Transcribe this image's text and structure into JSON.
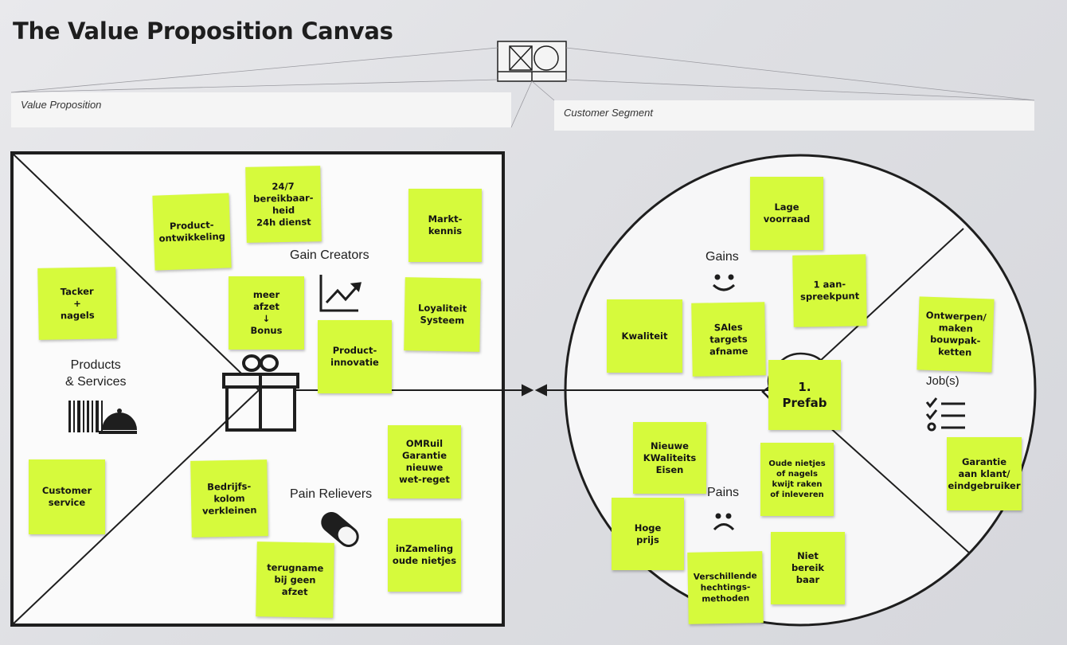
{
  "header": {
    "title": "The Value Proposition Canvas"
  },
  "fields": {
    "value_proposition": "Value Proposition",
    "customer_segment": "Customer Segment"
  },
  "sections": {
    "gain_creators": "Gain Creators",
    "products_services": "Products\n& Services",
    "pain_relievers": "Pain Relievers",
    "gains": "Gains",
    "pains": "Pains",
    "jobs": "Job(s)"
  },
  "notes": {
    "product_ontwikkeling": "Product-\nontwikkeling",
    "bereikbaarheid": "24/7\nbereikbaar-\nheid\n24h dienst",
    "marktkennis": "Markt-\nkennis",
    "tacker_nagels": "Tacker\n+\nnagels",
    "meer_afzet": "meer\nafzet\n↓\nBonus",
    "loyaliteit": "Loyaliteit\nSysteem",
    "productinnovatie": "Product-\ninnovatie",
    "omruil_garantie": "OMRuil\nGarantie\nnieuwe\nwet-reget",
    "customer_service": "Customer\nservice",
    "bedrijfskolom": "Bedrijfs-\nkolom\nverkleinen",
    "inzameling": "inZameling\noude nietjes",
    "terugname": "terugname\nbij geen\nafzet",
    "lage_voorraad": "Lage\nvoorraad",
    "aanspreekpunt": "1 aan-\nspreekpunt",
    "kwaliteit": "Kwaliteit",
    "sales_targets": "SAles\ntargets\nafname",
    "prefab": "1.\nPrefab",
    "ontwerpen": "Ontwerpen/\nmaken\nbouwpak-\nketten",
    "garantie_klant": "Garantie\naan klant/\neindgebruiker",
    "nieuwe_kwaliteitseisen": "Nieuwe\nKWaliteits\nEisen",
    "oude_nietjes": "Oude nietjes\nof nagels\nkwijt raken\nof inleveren",
    "hoge_prijs": "Hoge\nprijs",
    "verschillende_hechtingsmethoden": "Verschillende\nhechtings-\nmethoden",
    "niet_bereikbaar": "Niet\nbereik\nbaar"
  },
  "colors": {
    "sticky_note": "#d6fa3c",
    "line": "#1e1e1e",
    "paper": "#f5f5f5"
  },
  "icons": [
    "canvas-thumbnail-icon",
    "growth-chart-icon",
    "gift-icon",
    "barcode-icon",
    "cloche-icon",
    "pill-icon",
    "smile-icon",
    "frown-icon",
    "checklist-icon",
    "arrow-icon"
  ]
}
